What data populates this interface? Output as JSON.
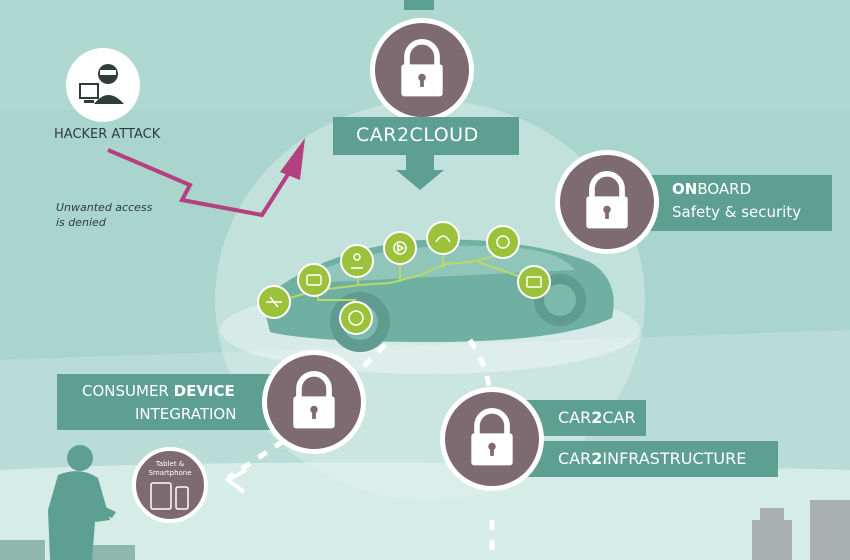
{
  "hacker": {
    "label": "HACKER ATTACK",
    "note_line1": "Unwanted access",
    "note_line2": "is denied"
  },
  "car2cloud": {
    "label": "CAR2CLOUD"
  },
  "onboard": {
    "label_bold": "ON",
    "label_rest": "BOARD",
    "subtitle": "Safety & security"
  },
  "consumer": {
    "line1_a": "CONSUMER ",
    "line1_b": "DEVICE",
    "line2": "INTEGRATION"
  },
  "device": {
    "caption_line1": "Tablet &",
    "caption_line2": "Smartphone"
  },
  "car2car": {
    "a": "CAR",
    "b": "2",
    "c": "CAR"
  },
  "car2infra": {
    "a": "CAR",
    "b": "2",
    "c": "INFRASTRUCTURE"
  },
  "colors": {
    "teal_bar": "#5d9f91",
    "lock_circle": "#7d6b71",
    "arrow_magenta": "#b4407f",
    "sensor_green": "#9cc13b"
  }
}
